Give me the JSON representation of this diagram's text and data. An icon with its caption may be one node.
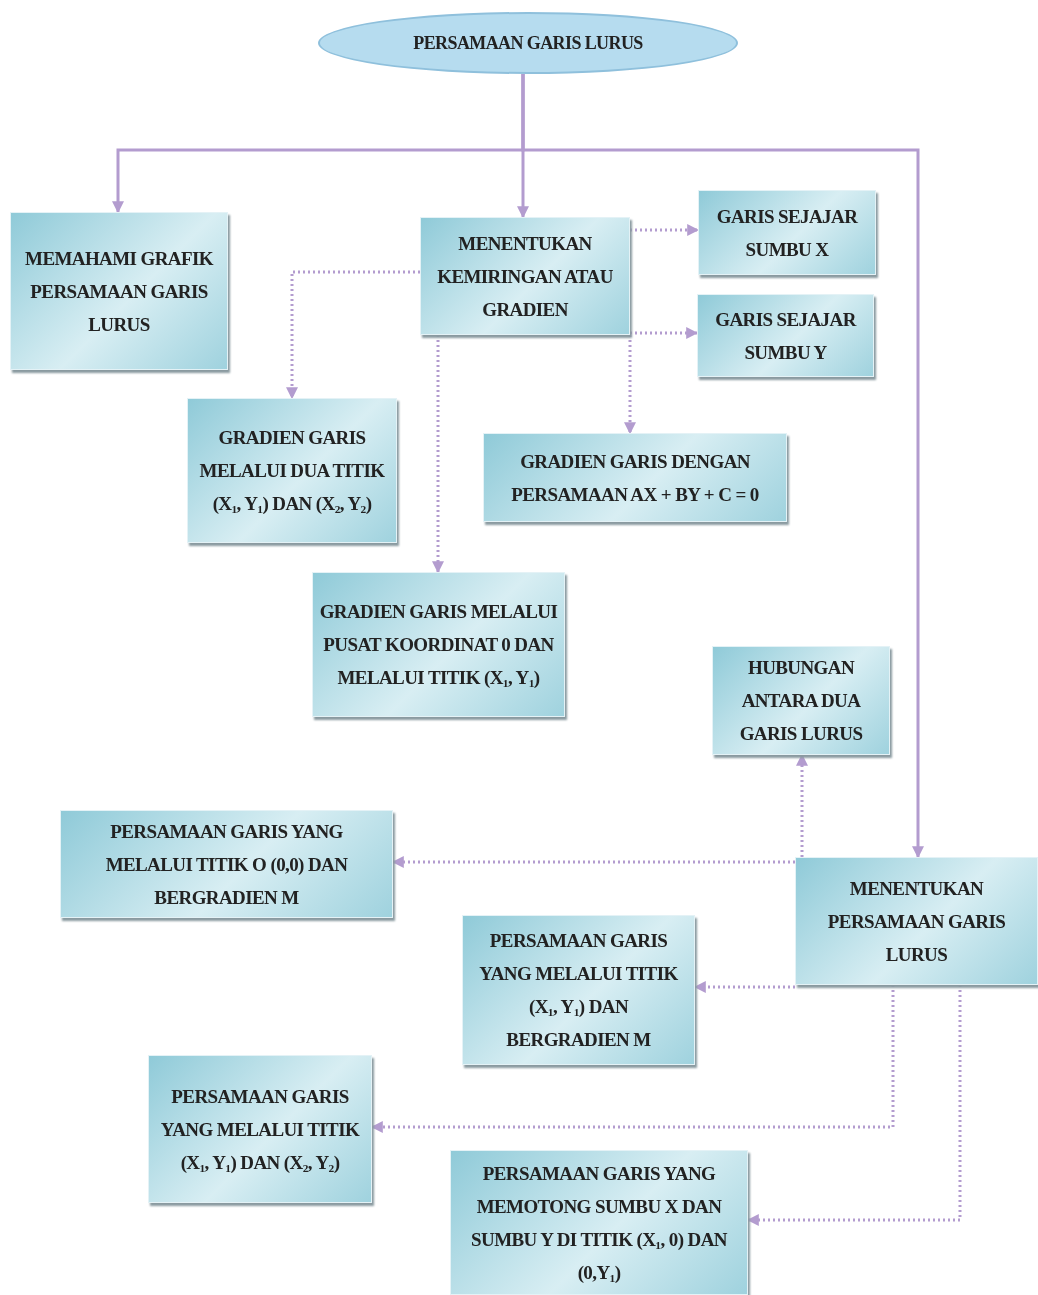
{
  "diagram": {
    "nodes": [
      {
        "text": [
          "PERSAMAAN GARIS LURUS"
        ]
      },
      {
        "text": [
          "MEMAHAMI GRAFIK PERSAMAAN GARIS LURUS"
        ]
      },
      {
        "text": [
          "MENENTUKAN KEMIRINGAN ATAU GRADIEN"
        ]
      },
      {
        "text": [
          "GARIS SEJAJAR SUMBU X"
        ]
      },
      {
        "text": [
          "GARIS SEJAJAR SUMBU Y"
        ]
      },
      {
        "text": [
          "GRADIEN GARIS MELALUI DUA TITIK (X$_{1}$, Y$_{1}$) DAN (X$_{2}$, Y$_{2}$)"
        ]
      },
      {
        "text": [
          "GRADIEN GARIS DENGAN PERSAMAAN AX + BY + C = 0"
        ]
      },
      {
        "text": [
          "GRADIEN GARIS MELALUI PUSAT KOORDINAT 0 DAN MELALUI TITIK (X$_{1}$, Y$_{1}$)"
        ]
      },
      {
        "text": [
          "HUBUNGAN ANTARA DUA GARIS LURUS"
        ]
      },
      {
        "text": [
          "PERSAMAAN GARIS YANG MELALUI TITIK O (0,0) DAN BERGRADIEN M"
        ]
      },
      {
        "text": [
          "MENENTUKAN PERSAMAAN GARIS LURUS"
        ]
      },
      {
        "text": [
          "PERSAMAAN GARIS YANG MELALUI TITIK (X$_{1}$, Y$_{1}$) DAN BERGRADIEN M"
        ]
      },
      {
        "text": [
          "PERSAMAAN GARIS YANG MELALUI TITIK (X$_{1}$, Y$_{1}$) DAN (X$_{2}$, Y$_{2}$)"
        ]
      },
      {
        "text": [
          "PERSAMAAN GARIS YANG MEMOTONG SUMBU X DAN SUMBU Y DI TITIK (X$_{1}$, 0) DAN (0,Y$_{1}$)"
        ]
      }
    ],
    "edges": [
      {
        "from": 0,
        "to": 1,
        "arrow": "to"
      },
      {
        "from": 0,
        "to": 2,
        "arrow": "to"
      },
      {
        "from": 0,
        "to": 10,
        "arrow": "to"
      },
      {
        "from": 2,
        "to": 3,
        "arrow": "to",
        "style": "dashed"
      },
      {
        "from": 2,
        "to": 4,
        "arrow": "to",
        "style": "dashed"
      },
      {
        "from": 2,
        "to": 5,
        "arrow": "to",
        "style": "dashed"
      },
      {
        "from": 2,
        "to": 6,
        "arrow": "to",
        "style": "dashed"
      },
      {
        "from": 2,
        "to": 7,
        "arrow": "to",
        "style": "dashed"
      },
      {
        "from": 10,
        "to": 8,
        "arrow": "to",
        "style": "dashed"
      },
      {
        "from": 10,
        "to": 9,
        "arrow": "to",
        "style": "dashed"
      },
      {
        "from": 10,
        "to": 11,
        "arrow": "to",
        "style": "dashed"
      },
      {
        "from": 10,
        "to": 12,
        "arrow": "to",
        "style": "dashed"
      },
      {
        "from": 10,
        "to": 13,
        "arrow": "to",
        "style": "dashed"
      }
    ]
  }
}
